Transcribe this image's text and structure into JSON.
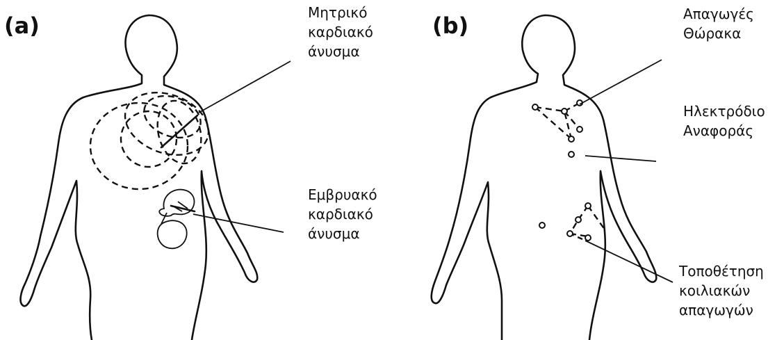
{
  "panel_a": {
    "label": "(a)",
    "callout_top": "Μητρικό\nκαρδιακό\nάνυσμα",
    "callout_bottom": "Εμβρυακό\nκαρδιακό\nάνυσμα"
  },
  "panel_b": {
    "label": "(b)",
    "callout_top": "Απαγωγές\nΘώρακα",
    "callout_mid": "Ηλεκτρόδιο\nΑναφοράς",
    "callout_bottom": "Τοποθέτηση\nκοιλιακών\nαπαγωγών"
  }
}
